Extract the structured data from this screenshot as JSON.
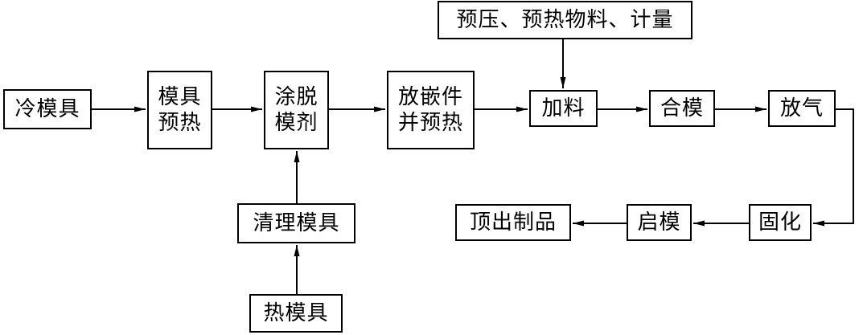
{
  "nodes": {
    "cold_mold": {
      "lines": [
        "冷模具"
      ]
    },
    "preheat_mold": {
      "lines": [
        "模具",
        "预热"
      ]
    },
    "apply_release": {
      "lines": [
        "涂脱",
        "模剂"
      ]
    },
    "place_insert": {
      "lines": [
        "放嵌件",
        "并预热"
      ]
    },
    "material_prep": {
      "lines": [
        "预压、预热物料、计量"
      ]
    },
    "feed": {
      "lines": [
        "加料"
      ]
    },
    "close_mold": {
      "lines": [
        "合模"
      ]
    },
    "vent": {
      "lines": [
        "放气"
      ]
    },
    "cure": {
      "lines": [
        "固化"
      ]
    },
    "open_mold": {
      "lines": [
        "启模"
      ]
    },
    "eject": {
      "lines": [
        "顶出制品"
      ]
    },
    "clean_mold": {
      "lines": [
        "清理模具"
      ]
    },
    "hot_mold": {
      "lines": [
        "热模具"
      ]
    }
  },
  "edges": [
    [
      "cold_mold",
      "preheat_mold"
    ],
    [
      "preheat_mold",
      "apply_release"
    ],
    [
      "apply_release",
      "place_insert"
    ],
    [
      "place_insert",
      "feed"
    ],
    [
      "material_prep",
      "feed"
    ],
    [
      "feed",
      "close_mold"
    ],
    [
      "close_mold",
      "vent"
    ],
    [
      "vent",
      "cure"
    ],
    [
      "cure",
      "open_mold"
    ],
    [
      "open_mold",
      "eject"
    ],
    [
      "clean_mold",
      "apply_release"
    ],
    [
      "hot_mold",
      "clean_mold"
    ]
  ],
  "colors": {
    "line": "#000000",
    "box_border": "#000000",
    "text": "#000000",
    "background": "#ffffff"
  }
}
